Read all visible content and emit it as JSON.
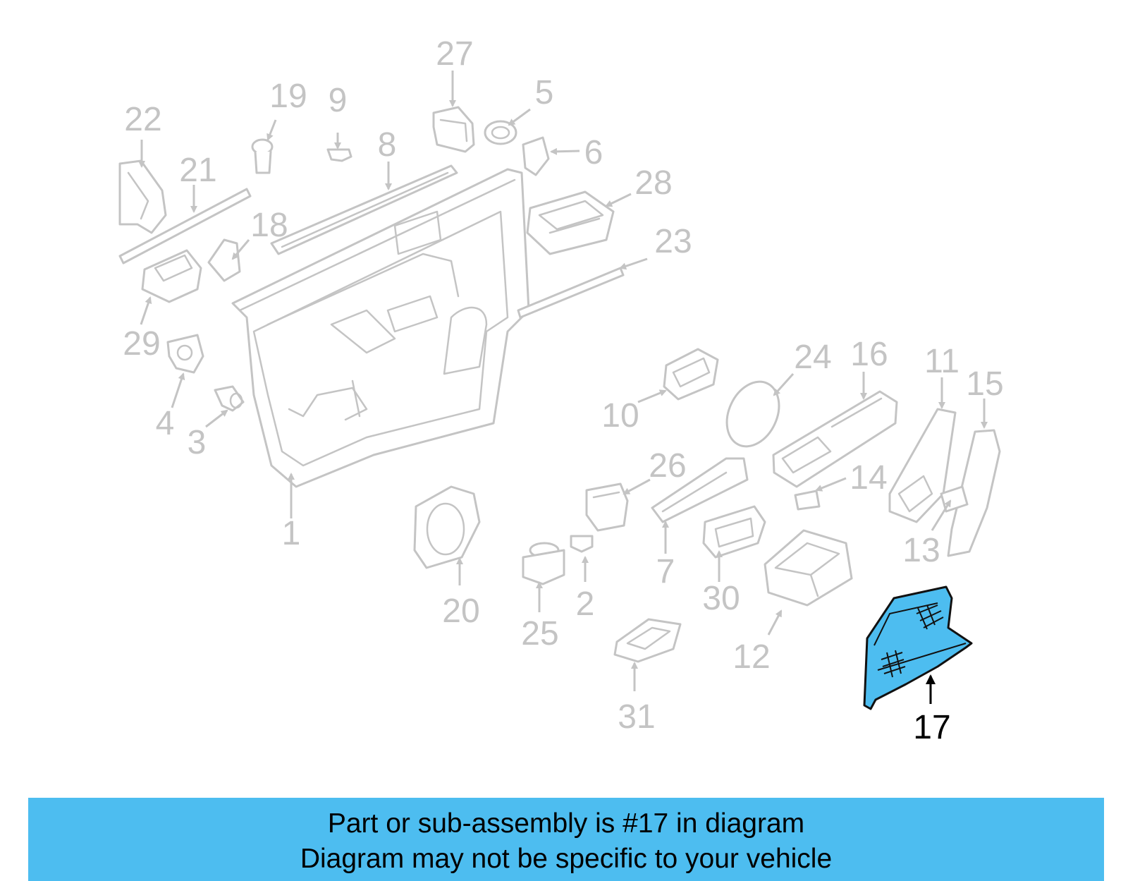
{
  "callouts": [
    "1",
    "2",
    "3",
    "4",
    "5",
    "6",
    "7",
    "8",
    "9",
    "10",
    "11",
    "12",
    "13",
    "14",
    "15",
    "16",
    "17",
    "18",
    "19",
    "20",
    "21",
    "22",
    "23",
    "24",
    "25",
    "26",
    "27",
    "28",
    "29",
    "30",
    "31"
  ],
  "highlighted_part": "17",
  "colors": {
    "highlight": "#4dbdf0",
    "part_stroke": "#c4c4c4",
    "label_gray": "#c4c4c4",
    "label_active": "#000000"
  },
  "banner": {
    "line1": "Part or sub-assembly is #17 in diagram",
    "line2": "Diagram may not be specific to your vehicle"
  }
}
